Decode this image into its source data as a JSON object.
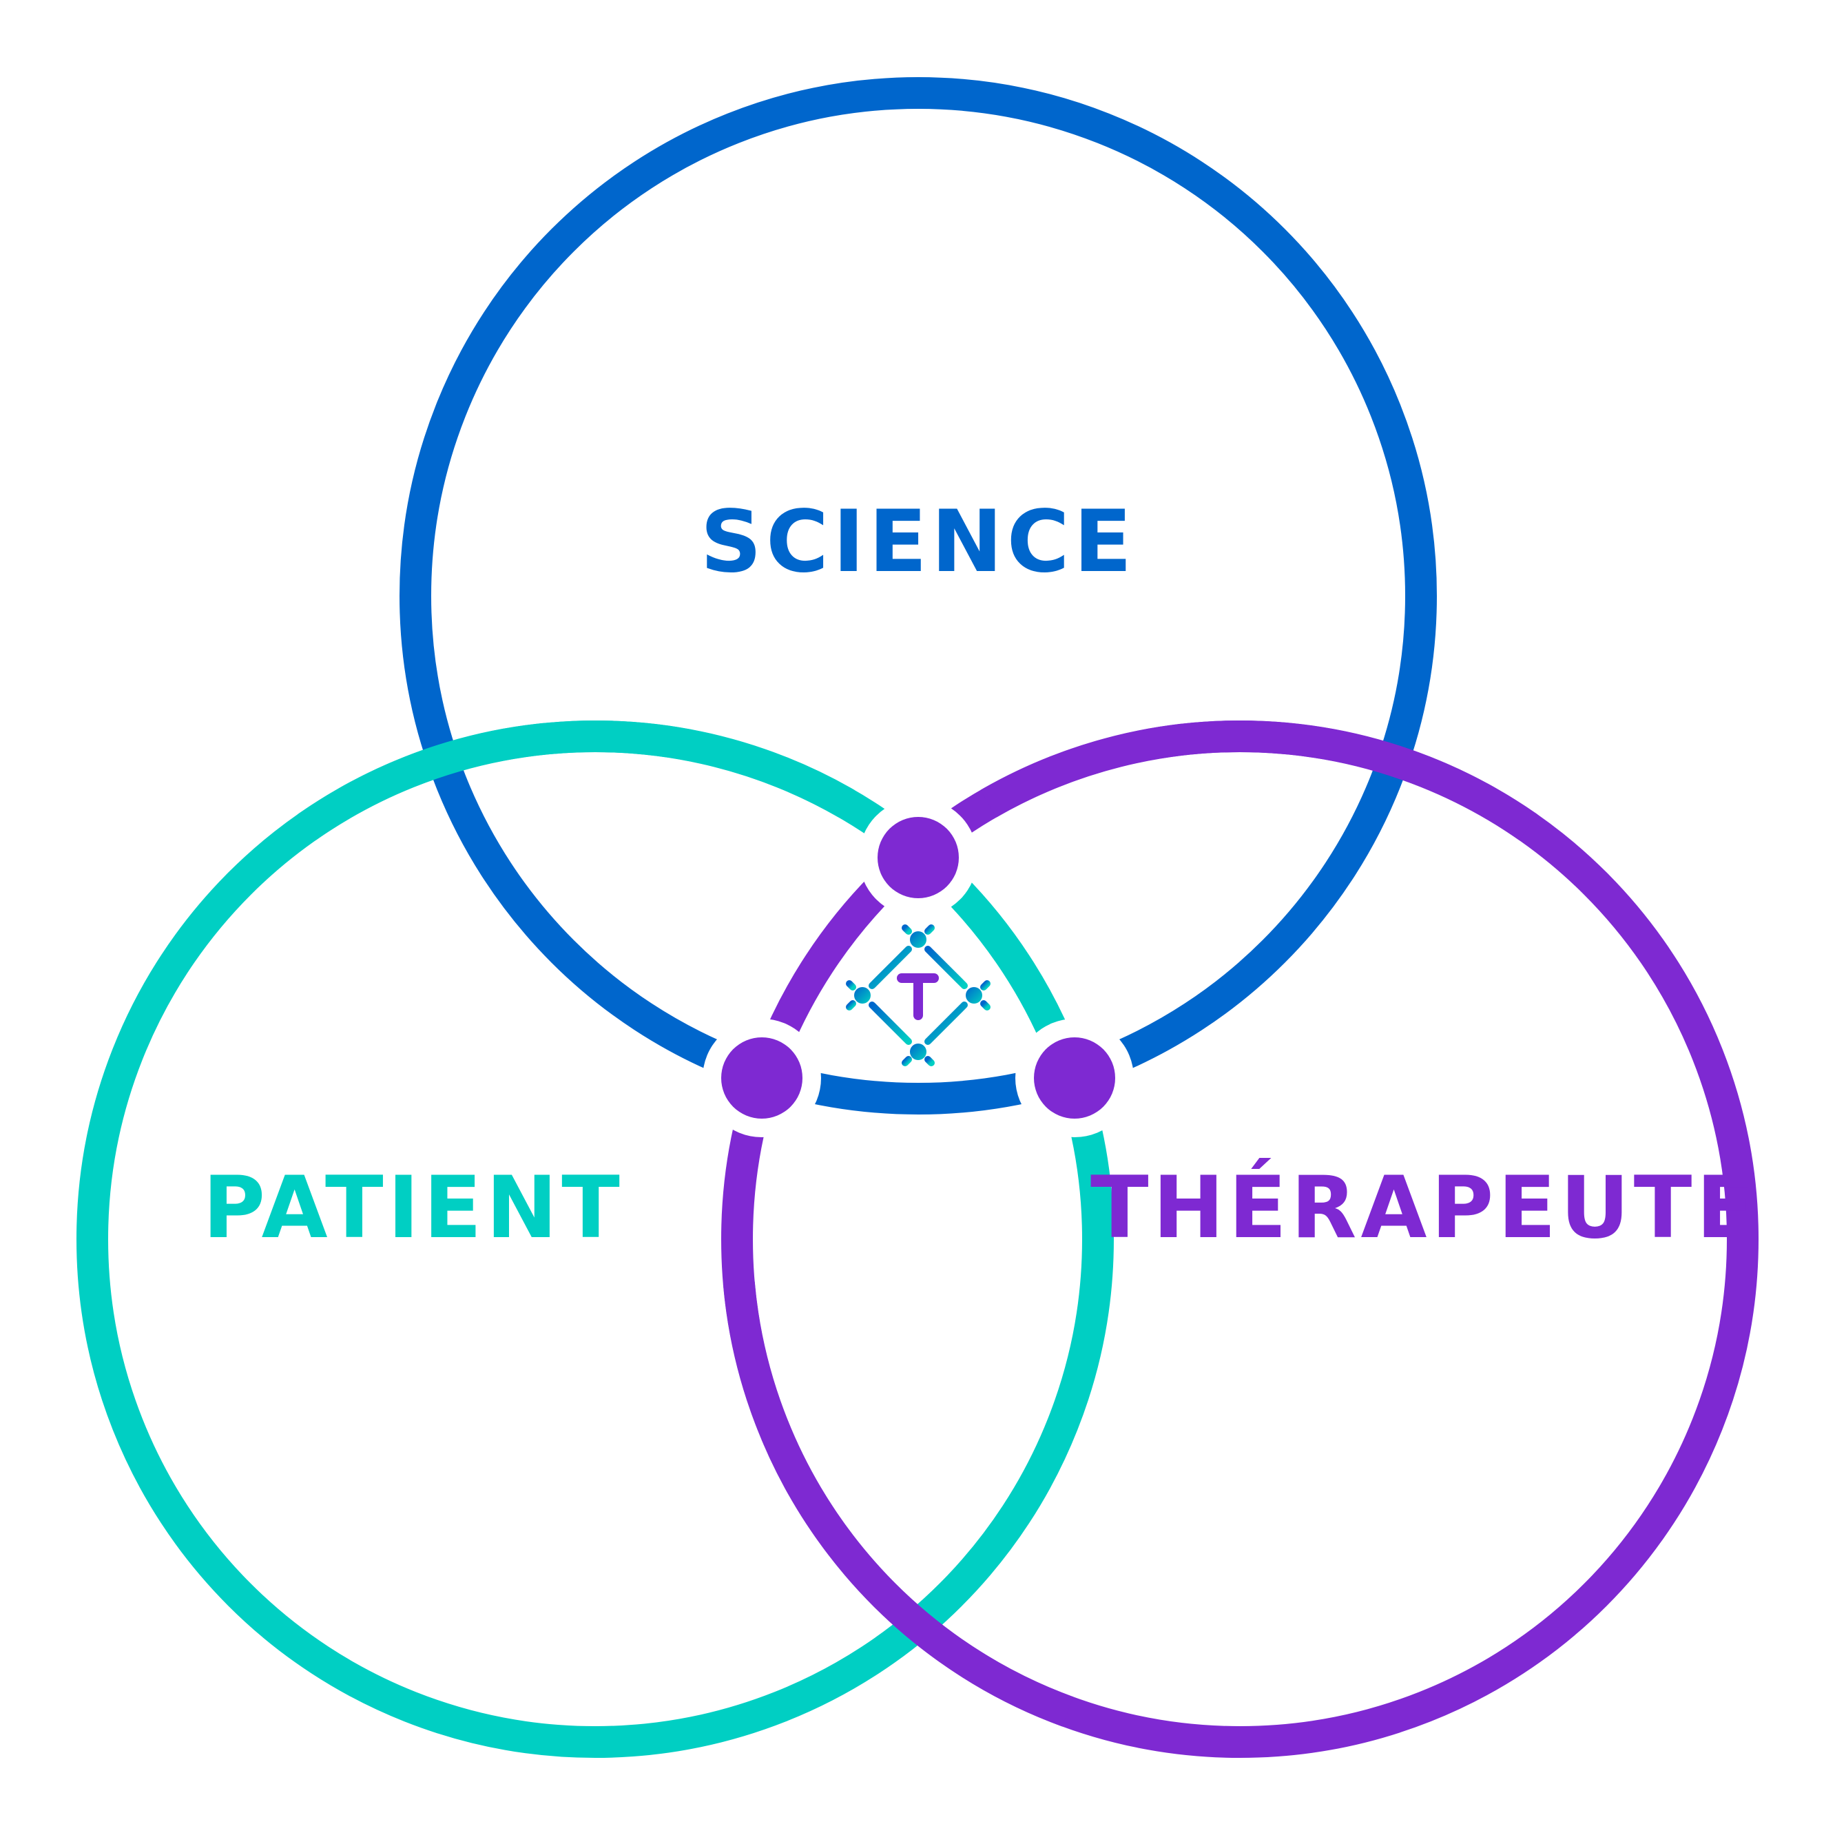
{
  "diagram": {
    "type": "venn",
    "sets": [
      {
        "id": "science",
        "label": "SCIENCE",
        "color": "#0066CC"
      },
      {
        "id": "patient",
        "label": "PATIENT",
        "color": "#00CFC3"
      },
      {
        "id": "therapeute",
        "label": "THÉRAPEUTE",
        "color": "#7E29D2"
      }
    ],
    "intersection_nodes": [
      {
        "between": [
          "science",
          "patient",
          "therapeute"
        ],
        "position": "top",
        "color": "#7E29D2"
      },
      {
        "between": [
          "science",
          "patient",
          "therapeute"
        ],
        "position": "bottom-left",
        "color": "#7E29D2"
      },
      {
        "between": [
          "science",
          "patient",
          "therapeute"
        ],
        "position": "bottom-right",
        "color": "#7E29D2"
      }
    ],
    "center_logo": {
      "letter": "T",
      "letter_color": "#7E29D2",
      "gradient_start": "#0066CC",
      "gradient_end": "#00CFC3"
    }
  }
}
